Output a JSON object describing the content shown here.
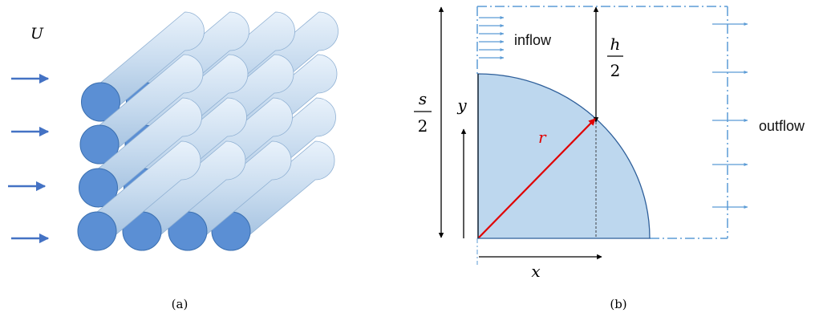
{
  "panel_a": {
    "velocity_label": "U",
    "caption": "(a)"
  },
  "panel_b": {
    "inflow_label": "inflow",
    "outflow_label": "outflow",
    "half_gap_num": "h",
    "half_gap_den": "2",
    "half_spacing_num": "s",
    "half_spacing_den": "2",
    "y_label": "y",
    "x_label": "x",
    "radius_label": "r",
    "caption": "(b)"
  },
  "colors": {
    "arrow_blue": "#4472c4",
    "cylinder_face": "#5b8fd4",
    "quarter_fill": "#bdd7ee",
    "dash_line": "#5b9bd5",
    "radius_red": "#e00000"
  }
}
